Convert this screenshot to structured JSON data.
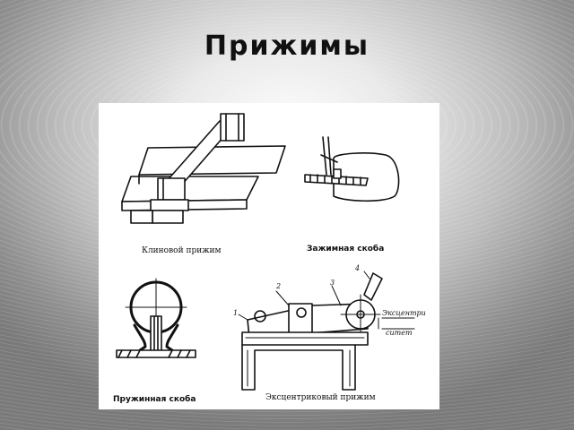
{
  "slide": {
    "title": "Прижимы"
  },
  "figures": {
    "wedge_clamp": {
      "caption": "Клиновой прижим"
    },
    "clamp_bracket": {
      "caption": "Зажимная скоба"
    },
    "spring_bracket": {
      "caption": "Пружинная скоба"
    },
    "eccentric_clamp": {
      "caption": "Эксцентриковый прижим",
      "callouts": [
        "1",
        "2",
        "3",
        "4"
      ],
      "note_line1": "Эксцентри",
      "note_line2": "ситет"
    }
  }
}
